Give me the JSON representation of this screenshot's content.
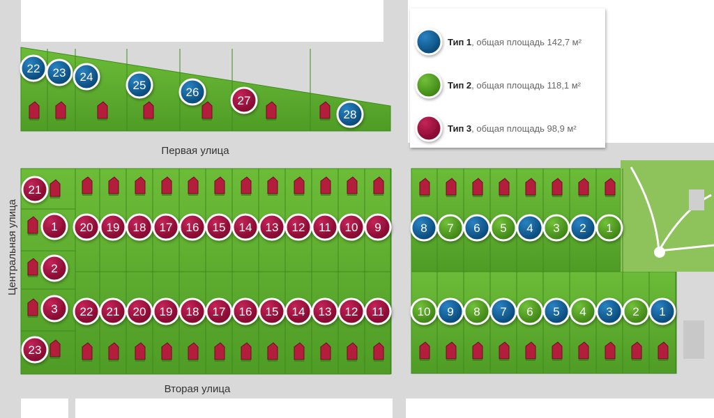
{
  "colors": {
    "type1": "#0a5a92",
    "type2": "#4e9a1c",
    "type3": "#9e0e3a",
    "grass": "#5fae2f",
    "road": "#d8d8d8"
  },
  "streets": {
    "first": "Первая улица",
    "second": "Вторая улица",
    "central": "Центральная улица"
  },
  "legend": [
    {
      "type": "type1",
      "name": "Тип 1",
      "desc": ", общая площадь 142,7 м²"
    },
    {
      "type": "type2",
      "name": "Тип 2",
      "desc": ", общая площадь 118,1 м²"
    },
    {
      "type": "type3",
      "name": "Тип 3",
      "desc": ", общая площадь 98,9 м²"
    }
  ],
  "lots": {
    "top": [
      {
        "n": "22",
        "type": "type1"
      },
      {
        "n": "23",
        "type": "type1"
      },
      {
        "n": "24",
        "type": "type1"
      },
      {
        "n": "25",
        "type": "type1"
      },
      {
        "n": "26",
        "type": "type1"
      },
      {
        "n": "27",
        "type": "type3"
      },
      {
        "n": "28",
        "type": "type1"
      }
    ],
    "left_column": [
      {
        "n": "21",
        "type": "type3"
      },
      {
        "n": "1",
        "type": "type3"
      },
      {
        "n": "2",
        "type": "type3"
      },
      {
        "n": "3",
        "type": "type3"
      },
      {
        "n": "23",
        "type": "type3"
      }
    ],
    "middle_upper": [
      {
        "n": "20",
        "type": "type3"
      },
      {
        "n": "19",
        "type": "type3"
      },
      {
        "n": "18",
        "type": "type3"
      },
      {
        "n": "17",
        "type": "type3"
      },
      {
        "n": "16",
        "type": "type3"
      },
      {
        "n": "15",
        "type": "type3"
      },
      {
        "n": "14",
        "type": "type3"
      },
      {
        "n": "13",
        "type": "type3"
      },
      {
        "n": "12",
        "type": "type3"
      },
      {
        "n": "11",
        "type": "type3"
      },
      {
        "n": "10",
        "type": "type3"
      },
      {
        "n": "9",
        "type": "type3"
      }
    ],
    "middle_lower": [
      {
        "n": "22",
        "type": "type3"
      },
      {
        "n": "21",
        "type": "type3"
      },
      {
        "n": "20",
        "type": "type3"
      },
      {
        "n": "19",
        "type": "type3"
      },
      {
        "n": "18",
        "type": "type3"
      },
      {
        "n": "17",
        "type": "type3"
      },
      {
        "n": "16",
        "type": "type3"
      },
      {
        "n": "15",
        "type": "type3"
      },
      {
        "n": "14",
        "type": "type3"
      },
      {
        "n": "13",
        "type": "type3"
      },
      {
        "n": "12",
        "type": "type3"
      },
      {
        "n": "11",
        "type": "type3"
      }
    ],
    "right_upper": [
      {
        "n": "8",
        "type": "type1"
      },
      {
        "n": "7",
        "type": "type2"
      },
      {
        "n": "6",
        "type": "type1"
      },
      {
        "n": "5",
        "type": "type2"
      },
      {
        "n": "4",
        "type": "type1"
      },
      {
        "n": "3",
        "type": "type2"
      },
      {
        "n": "2",
        "type": "type1"
      },
      {
        "n": "1",
        "type": "type2"
      }
    ],
    "right_lower": [
      {
        "n": "10",
        "type": "type2"
      },
      {
        "n": "9",
        "type": "type1"
      },
      {
        "n": "8",
        "type": "type2"
      },
      {
        "n": "7",
        "type": "type1"
      },
      {
        "n": "6",
        "type": "type2"
      },
      {
        "n": "5",
        "type": "type1"
      },
      {
        "n": "4",
        "type": "type2"
      },
      {
        "n": "3",
        "type": "type1"
      },
      {
        "n": "2",
        "type": "type2"
      },
      {
        "n": "1",
        "type": "type1"
      }
    ]
  }
}
